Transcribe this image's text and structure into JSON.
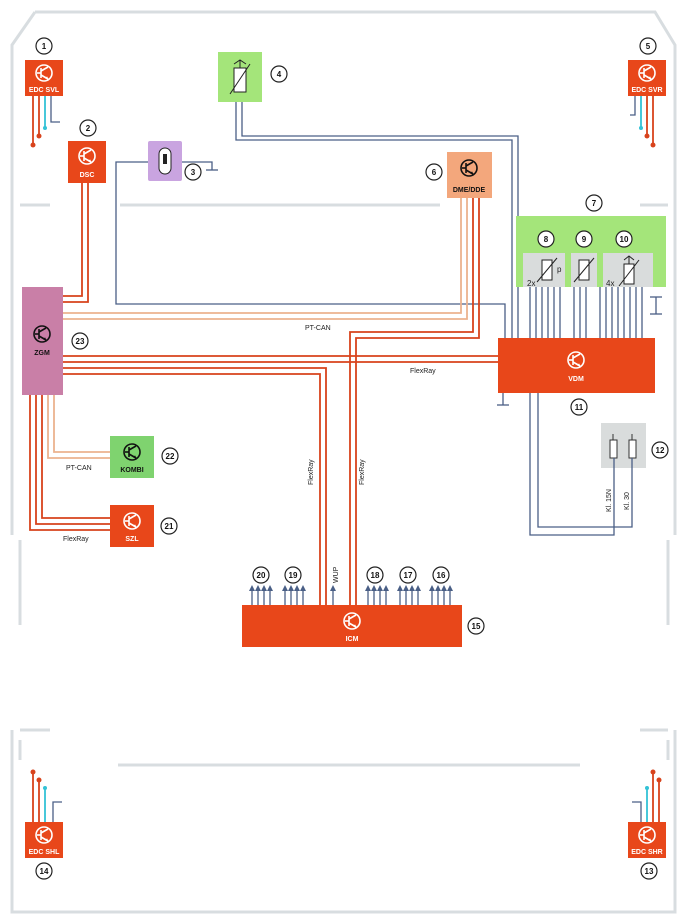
{
  "bus_labels": {
    "ptcan_main": "PT-CAN",
    "ptcan_kombi": "PT-CAN",
    "flexray_vdm": "FlexRay",
    "flexray_szl": "FlexRay",
    "flexray_vertical_left": "FlexRay",
    "flexray_vertical_right": "FlexRay",
    "wup": "WUP"
  },
  "components": {
    "edc_svl": {
      "name": "EDC SVL",
      "number": "1"
    },
    "dsc": {
      "name": "DSC",
      "number": "2"
    },
    "comp3": {
      "number": "3"
    },
    "comp4": {
      "number": "4"
    },
    "edc_svr": {
      "name": "EDC SVR",
      "number": "5"
    },
    "dme": {
      "name": "DME/DDE",
      "number": "6"
    },
    "sensor_group": {
      "number": "7"
    },
    "sensor8": {
      "number": "8",
      "mult": "2x",
      "mark": "p"
    },
    "sensor9": {
      "number": "9"
    },
    "sensor10": {
      "number": "10",
      "mult": "4x"
    },
    "vdm": {
      "name": "VDM",
      "number": "11"
    },
    "fuse": {
      "number": "12",
      "kl15n": "Kl. 15N",
      "kl30": "Kl. 30"
    },
    "edc_shr": {
      "name": "EDC SHR",
      "number": "13"
    },
    "edc_shl": {
      "name": "EDC SHL",
      "number": "14"
    },
    "icm": {
      "name": "ICM",
      "number": "15"
    },
    "n16": "16",
    "n17": "17",
    "n18": "18",
    "n19": "19",
    "n20": "20",
    "szl": {
      "name": "SZL",
      "number": "21"
    },
    "kombi": {
      "name": "KOMBI",
      "number": "22"
    },
    "zgm": {
      "name": "ZGM",
      "number": "23"
    }
  },
  "colors": {
    "ecu_orange": "#e8471a",
    "dme_peach": "#f3a77c",
    "zgm_pink": "#c97fa7",
    "kombi_green": "#7fd36f",
    "sensor_green": "#a4e57a",
    "comp3_purple": "#c9a4e0",
    "flexray_red": "#d8431c",
    "ptcan_tan": "#ebb28e",
    "wire_blue": "#4a5f86",
    "sensor_cyan": "#33c2d6",
    "frame_gray": "#d8dde0"
  }
}
